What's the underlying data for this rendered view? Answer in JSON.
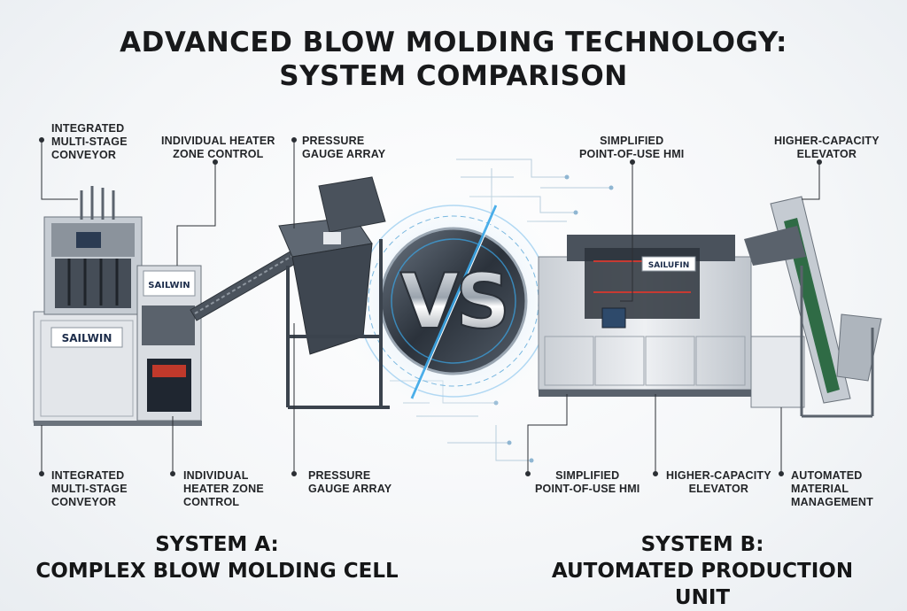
{
  "title": {
    "line1": "ADVANCED BLOW MOLDING  TECHNOLOGY:",
    "line2": "SYSTEM COMPARISON"
  },
  "versus": "VS",
  "system_a": {
    "heading": "SYSTEM A:",
    "subheading": "COMPLEX BLOW MOLDING CELL",
    "brand": "SAILWIN",
    "top_labels": {
      "conveyor": [
        "INTEGRATED",
        "MULTI-STAGE",
        "CONVEYOR"
      ],
      "heater": [
        "INDIVIDUAL HEATER",
        "ZONE CONTROL"
      ],
      "gauge": [
        "PRESSURE",
        "GAUGE ARRAY"
      ]
    },
    "bottom_labels": {
      "conveyor": [
        "INTEGRATED",
        "MULTI-STAGE",
        "CONVEYOR"
      ],
      "heater": [
        "INDIVIDUAL",
        "HEATER ZONE",
        "CONTROL"
      ],
      "gauge": [
        "PRESSURE",
        "GAUGE ARRAY"
      ]
    }
  },
  "system_b": {
    "heading": "SYSTEM B:",
    "subheading": "AUTOMATED PRODUCTION UNIT",
    "brand": "SAILUFIN",
    "top_labels": {
      "hmi": [
        "SIMPLIFIED",
        "POINT-OF-USE HMI"
      ],
      "elevator": [
        "HIGHER-CAPACITY",
        "ELEVATOR"
      ]
    },
    "bottom_labels": {
      "hmi": [
        "SIMPLIFIED",
        "POINT-OF-USE HMI"
      ],
      "elevator": [
        "HIGHER-CAPACITY",
        "ELEVATOR"
      ],
      "material": [
        "AUTOMATED",
        "MATERIAL",
        "MANAGEMENT"
      ]
    }
  },
  "colors": {
    "accent_blue": "#3aa7e8",
    "machine_body": "#dfe3e8",
    "machine_dark": "#3b4350",
    "conveyor_green": "#2f6b45"
  }
}
